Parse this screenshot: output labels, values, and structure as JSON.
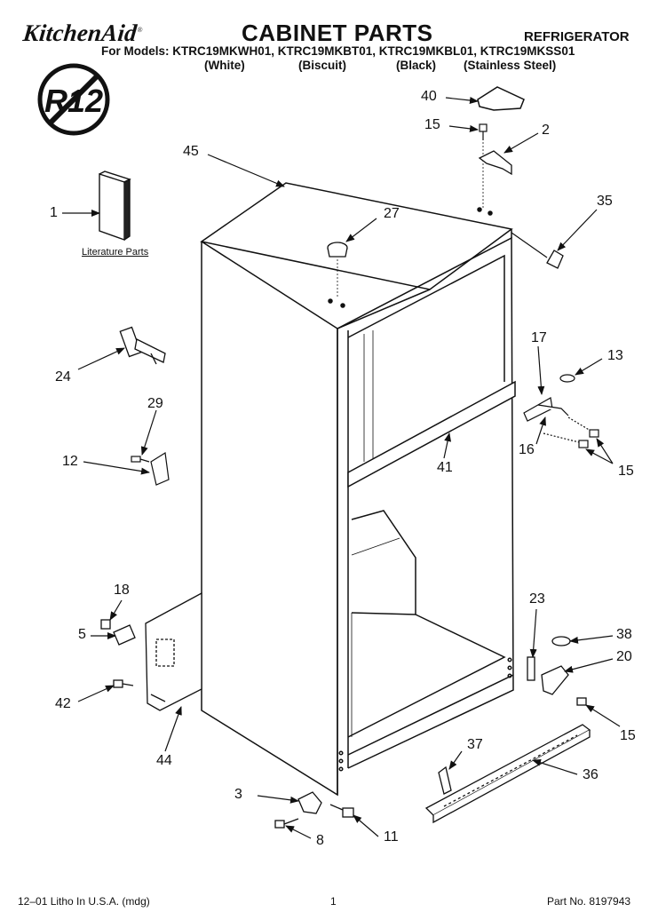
{
  "header": {
    "brand": "KitchenAid",
    "brand_mark": "®",
    "title": "CABINET PARTS",
    "appliance": "REFRIGERATOR",
    "models_line": "For Models: KTRC19MKWH01, KTRC19MKBT01, KTRC19MKBL01, KTRC19MKSS01",
    "finishes": [
      "(White)",
      "(Biscuit)",
      "(Black)",
      "(Stainless Steel)"
    ]
  },
  "badge": {
    "text": "R12"
  },
  "literature_label": "Literature Parts",
  "callouts": {
    "c1": "1",
    "c2": "2",
    "c3": "3",
    "c5": "5",
    "c8": "8",
    "c11": "11",
    "c12": "12",
    "c13": "13",
    "c15a": "15",
    "c15b": "15",
    "c15c": "15",
    "c16": "16",
    "c17": "17",
    "c18": "18",
    "c20": "20",
    "c23": "23",
    "c24": "24",
    "c27": "27",
    "c29": "29",
    "c35": "35",
    "c36": "36",
    "c37": "37",
    "c38": "38",
    "c40": "40",
    "c41": "41",
    "c42": "42",
    "c44": "44",
    "c45": "45"
  },
  "footer": {
    "left": "12–01 Litho In U.S.A. (mdg)",
    "page": "1",
    "part_no": "Part No. 8197943"
  }
}
